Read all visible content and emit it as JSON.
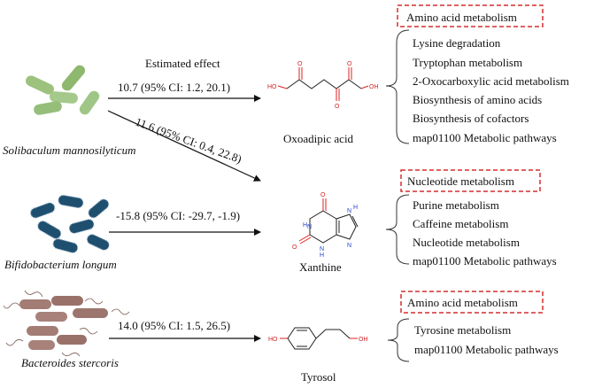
{
  "header": {
    "estimated_effect": "Estimated effect"
  },
  "bacteria": [
    {
      "name": "Solibaculum mannosilyticum",
      "color": "#9cc27e"
    },
    {
      "name": "Bifidobacterium longum",
      "color": "#1f4f6f"
    },
    {
      "name": "Bacteroides stercoris",
      "color": "#a37c74"
    }
  ],
  "effects": [
    "10.7 (95% CI: 1.2, 20.1)",
    "11.6 (95% CI: 0.4, 22.8)",
    "-15.8 (95% CI: -29.7, -1.9)",
    "14.0 (95% CI: 1.5, 26.5)"
  ],
  "metabolites": [
    "Oxoadipic acid",
    "Xanthine",
    "Tyrosol"
  ],
  "chem_labels": {
    "ho": "HO",
    "oh": "OH",
    "o": "O",
    "h": "H",
    "n": "N"
  },
  "groups": [
    {
      "title": "Amino acid metabolism",
      "pathways": [
        "Lysine degradation",
        "Tryptophan metabolism",
        "2-Oxocarboxylic acid metabolism",
        "Biosynthesis of amino acids",
        "Biosynthesis of cofactors",
        "map01100 Metabolic pathways"
      ]
    },
    {
      "title": "Nucleotide metabolism",
      "pathways": [
        "Purine metabolism",
        "Caffeine metabolism",
        "Nucleotide metabolism",
        "map01100 Metabolic pathways"
      ]
    },
    {
      "title": "Amino acid metabolism",
      "pathways": [
        "Tyrosine metabolism",
        "map01100 Metabolic pathways"
      ]
    }
  ],
  "colors": {
    "box_border": "#d32f2f",
    "atom_red": "#d22222",
    "atom_blue": "#2244cc"
  }
}
